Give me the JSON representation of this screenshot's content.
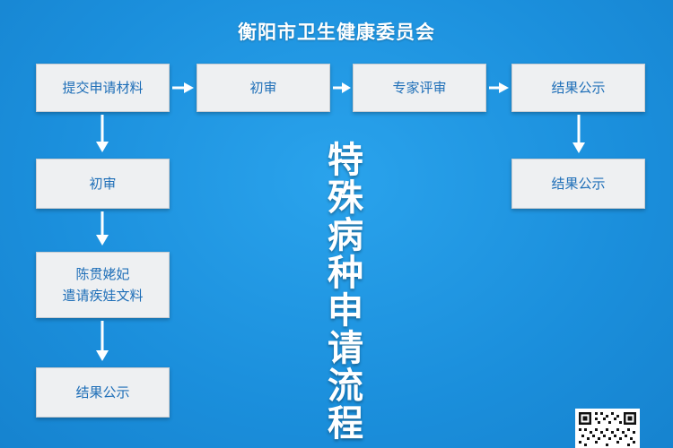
{
  "header": {
    "org_name": "衡阳市卫生健康委员会"
  },
  "flow": {
    "top_row": [
      "提交申请材料",
      "初审",
      "专家评审",
      "结果公示"
    ],
    "left_col": [
      "初审",
      "陈贯姥妃",
      "遣请疾娃文料",
      "结果公示"
    ],
    "right_col": [
      "结果公示"
    ]
  },
  "vertical_title": [
    "特",
    "殊",
    "病",
    "种",
    "申",
    "请",
    "流",
    "程"
  ],
  "colors": {
    "background": "#1d95e0",
    "box": "#eef0f2",
    "box_text": "#1f6fb8",
    "arrow": "#ffffff"
  },
  "icons": {
    "qr": "qr-code-icon"
  }
}
